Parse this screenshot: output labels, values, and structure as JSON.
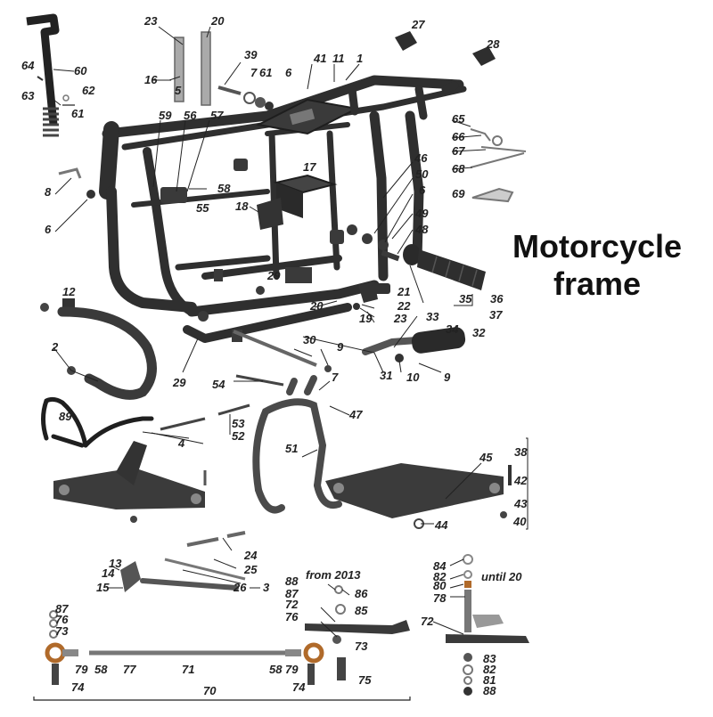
{
  "title_line1": "Motorcycle",
  "title_line2": "frame",
  "notes": {
    "from_year": "from 2013",
    "until_year": "until  20"
  },
  "colors": {
    "part": "#2f2f2f",
    "part_light": "#7a7a7a",
    "leader": "#222222",
    "copper": "#b06a2a"
  },
  "callouts": [
    "23",
    "20",
    "27",
    "28",
    "39",
    "7",
    "61",
    "6",
    "41",
    "11",
    "1",
    "64",
    "60",
    "62",
    "63",
    "61",
    "59",
    "56",
    "57",
    "65",
    "66",
    "67",
    "68",
    "17",
    "46",
    "50",
    "6",
    "8",
    "58",
    "55",
    "18",
    "69",
    "6",
    "49",
    "48",
    "12",
    "29",
    "20",
    "21",
    "22",
    "19",
    "23",
    "33",
    "35",
    "36",
    "37",
    "34",
    "32",
    "2",
    "30",
    "9",
    "29",
    "54",
    "31",
    "10",
    "9",
    "7",
    "89",
    "53",
    "52",
    "47",
    "4",
    "51",
    "45",
    "38",
    "42",
    "43",
    "40",
    "44",
    "13",
    "14",
    "15",
    "24",
    "25",
    "26",
    "3",
    "84",
    "82",
    "80",
    "78",
    "88",
    "87",
    "86",
    "85",
    "72",
    "76",
    "72",
    "73",
    "83",
    "82",
    "81",
    "88",
    "87",
    "76",
    "73",
    "79",
    "58",
    "77",
    "71",
    "58",
    "79",
    "74",
    "74",
    "75",
    "70",
    "16",
    "5"
  ]
}
